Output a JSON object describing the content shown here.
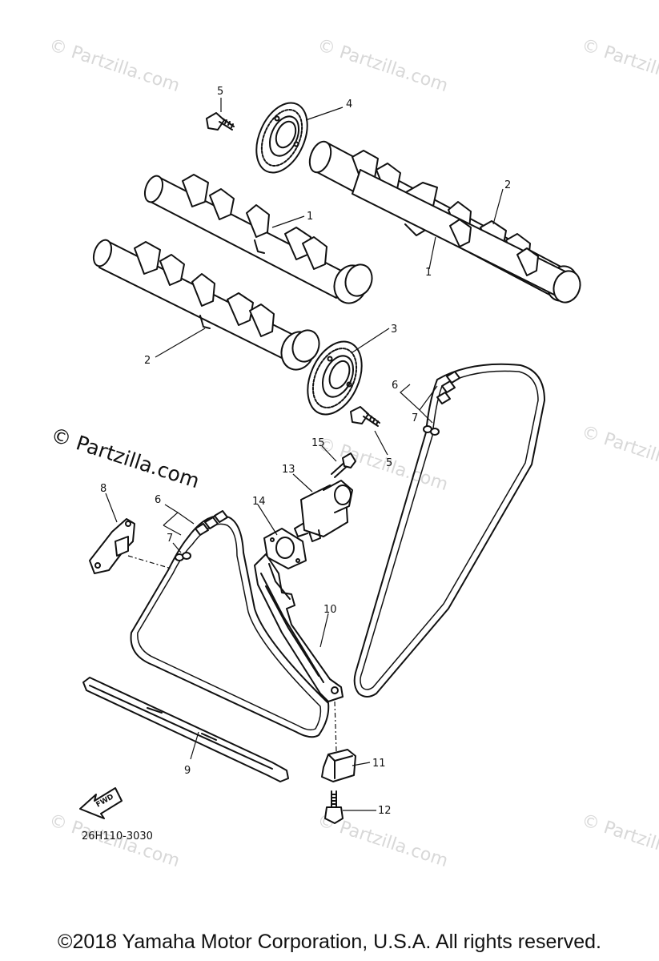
{
  "diagram": {
    "watermark_text": "© Partzilla.com",
    "watermark_prominent": "© Partzilla.com",
    "part_code": "26H110-3030",
    "fwd_label": "FWD",
    "callouts": {
      "c1a": "1",
      "c1b": "1",
      "c2a": "2",
      "c2b": "2",
      "c3": "3",
      "c4": "4",
      "c5a": "5",
      "c5b": "5",
      "c6a": "6",
      "c6b": "6",
      "c7a": "7",
      "c7b": "7",
      "c8": "8",
      "c9": "9",
      "c10": "10",
      "c11": "11",
      "c12": "12",
      "c13": "13",
      "c14": "14",
      "c15": "15"
    }
  },
  "footer": {
    "copyright": "©2018 Yamaha Motor Corporation, U.S.A. All rights reserved."
  }
}
